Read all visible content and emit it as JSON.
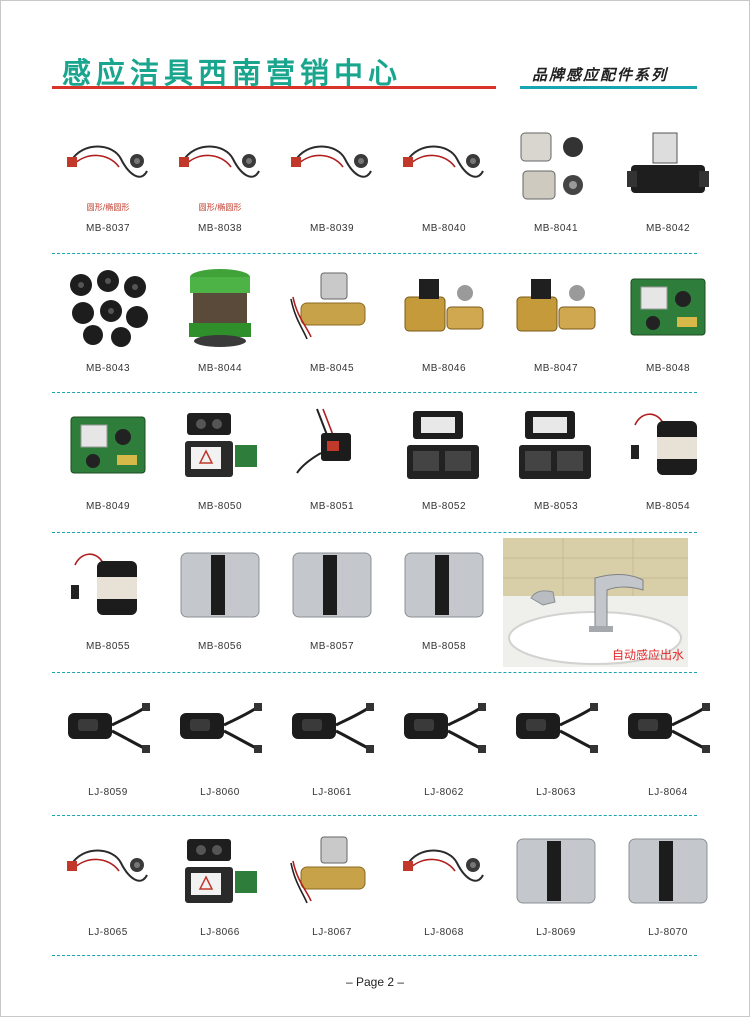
{
  "header": {
    "title": "感应洁具西南营销中心",
    "subtitle": "品牌感应配件系列"
  },
  "rows": [
    {
      "items": [
        {
          "code": "MB-8037",
          "shape_label": "圆形/椭圆形",
          "icon": "sensor-cable-icon"
        },
        {
          "code": "MB-8038",
          "shape_label": "圆形/椭圆形",
          "icon": "sensor-cable-icon"
        },
        {
          "code": "MB-8039",
          "icon": "sensor-cable-icon"
        },
        {
          "code": "MB-8040",
          "icon": "sensor-cable-icon"
        },
        {
          "code": "MB-8041",
          "icon": "valve-parts-icon"
        },
        {
          "code": "MB-8042",
          "icon": "solenoid-valve-icon"
        }
      ]
    },
    {
      "items": [
        {
          "code": "MB-8043",
          "icon": "rubber-diaphragm-icon"
        },
        {
          "code": "MB-8044",
          "icon": "flush-cartridge-icon"
        },
        {
          "code": "MB-8045",
          "icon": "brass-valve-icon"
        },
        {
          "code": "MB-8046",
          "icon": "valve-assembly-icon"
        },
        {
          "code": "MB-8047",
          "icon": "valve-assembly-icon"
        },
        {
          "code": "MB-8048",
          "icon": "circuit-board-icon"
        }
      ]
    },
    {
      "items": [
        {
          "code": "MB-8049",
          "icon": "circuit-board-icon"
        },
        {
          "code": "MB-8050",
          "icon": "sensor-module-icon"
        },
        {
          "code": "MB-8051",
          "icon": "transformer-icon"
        },
        {
          "code": "MB-8052",
          "icon": "battery-box-icon"
        },
        {
          "code": "MB-8053",
          "icon": "battery-box-icon"
        },
        {
          "code": "MB-8054",
          "icon": "battery-pack-icon"
        }
      ]
    },
    {
      "items": [
        {
          "code": "MB-8055",
          "icon": "battery-pack-icon"
        },
        {
          "code": "MB-8056",
          "icon": "cover-panel-icon"
        },
        {
          "code": "MB-8057",
          "icon": "cover-panel-icon"
        },
        {
          "code": "MB-8058",
          "icon": "cover-panel-icon"
        }
      ]
    },
    {
      "items": [
        {
          "code": "LJ-8059",
          "icon": "urinal-sensor-icon"
        },
        {
          "code": "LJ-8060",
          "icon": "urinal-sensor-icon"
        },
        {
          "code": "LJ-8061",
          "icon": "urinal-sensor-icon"
        },
        {
          "code": "LJ-8062",
          "icon": "urinal-sensor-icon"
        },
        {
          "code": "LJ-8063",
          "icon": "urinal-sensor-icon"
        },
        {
          "code": "LJ-8064",
          "icon": "urinal-sensor-icon"
        }
      ]
    },
    {
      "items": [
        {
          "code": "LJ-8065",
          "icon": "sensor-cable-icon"
        },
        {
          "code": "LJ-8066",
          "icon": "sensor-module-icon"
        },
        {
          "code": "LJ-8067",
          "icon": "brass-valve-icon"
        },
        {
          "code": "LJ-8068",
          "icon": "sensor-cable-icon"
        },
        {
          "code": "LJ-8069",
          "icon": "cover-panel-icon"
        },
        {
          "code": "LJ-8070",
          "icon": "cover-panel-icon"
        }
      ]
    }
  ],
  "photo": {
    "caption": "自动感应出水",
    "icon": "faucet-photo-icon"
  },
  "footer": {
    "page_label": "– Page 2 –"
  },
  "colors": {
    "title_teal": "#1aa58e",
    "header_red": "#d9332c",
    "header_teal": "#17a5b3",
    "caption_red": "#e22a2a"
  }
}
